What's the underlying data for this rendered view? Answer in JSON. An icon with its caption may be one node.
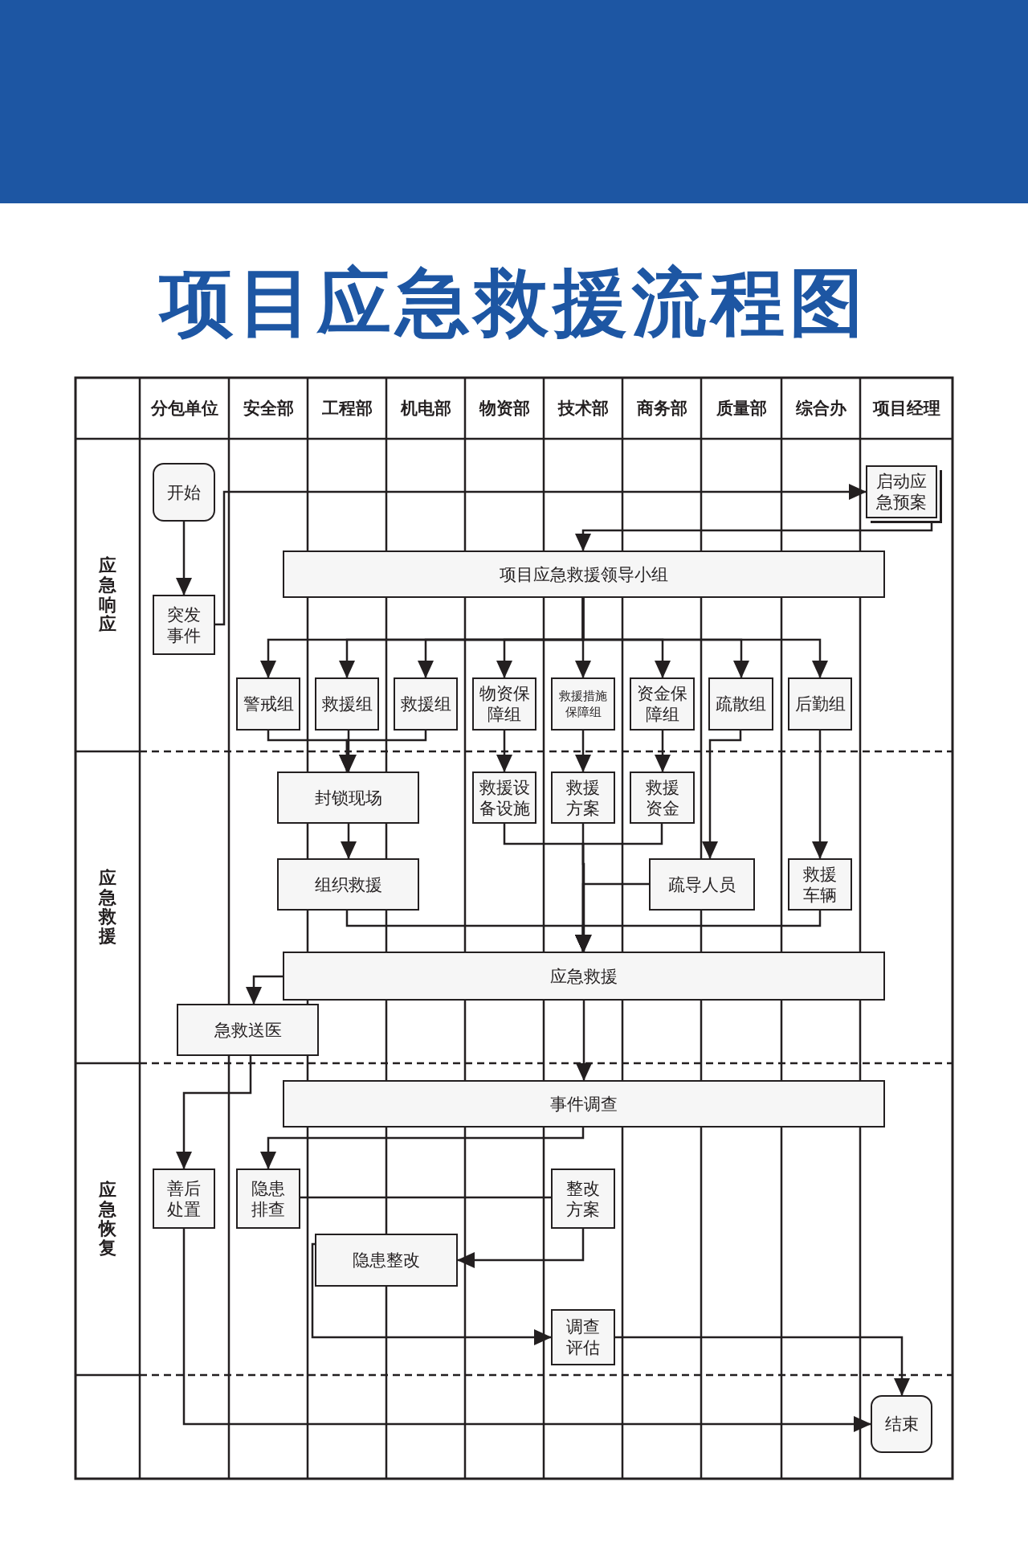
{
  "diagram": {
    "title": "项目应急救援流程图",
    "nodes": [
      {
        "text": [
          "开始"
        ]
      },
      {
        "text": [
          "突发事件"
        ]
      },
      {
        "text": [
          "启动应急预案"
        ]
      },
      {
        "text": [
          "项目应急救援领导小组"
        ]
      },
      {
        "text": [
          "警戒组"
        ]
      },
      {
        "text": [
          "救援组"
        ]
      },
      {
        "text": [
          "救援组"
        ]
      },
      {
        "text": [
          "物资保障组"
        ]
      },
      {
        "text": [
          "救援措施保障组"
        ]
      },
      {
        "text": [
          "资金保障组"
        ]
      },
      {
        "text": [
          "疏散组"
        ]
      },
      {
        "text": [
          "后勤组"
        ]
      },
      {
        "text": [
          "封锁现场"
        ]
      },
      {
        "text": [
          "救援设备设施"
        ]
      },
      {
        "text": [
          "救援方案"
        ]
      },
      {
        "text": [
          "救援资金"
        ]
      },
      {
        "text": [
          "组织救援"
        ]
      },
      {
        "text": [
          "疏导人员"
        ]
      },
      {
        "text": [
          "救援车辆"
        ]
      },
      {
        "text": [
          "应急救援"
        ]
      },
      {
        "text": [
          "急救送医"
        ]
      },
      {
        "text": [
          "事件调查"
        ]
      },
      {
        "text": [
          "善后处置"
        ]
      },
      {
        "text": [
          "隐患排查"
        ]
      },
      {
        "text": [
          "整改方案"
        ]
      },
      {
        "text": [
          "隐患整改"
        ]
      },
      {
        "text": [
          "调查评估"
        ]
      },
      {
        "text": [
          "结束"
        ]
      }
    ],
    "edges": [
      {
        "from": 0,
        "to": 1,
        "arrow": "to"
      },
      {
        "from": 1,
        "to": 2,
        "arrow": "to"
      },
      {
        "from": 2,
        "to": 3,
        "arrow": "to"
      },
      {
        "from": 3,
        "to": 4,
        "arrow": "to"
      },
      {
        "from": 3,
        "to": 5,
        "arrow": "to"
      },
      {
        "from": 3,
        "to": 6,
        "arrow": "to"
      },
      {
        "from": 3,
        "to": 7,
        "arrow": "to"
      },
      {
        "from": 3,
        "to": 8,
        "arrow": "to"
      },
      {
        "from": 3,
        "to": 9,
        "arrow": "to"
      },
      {
        "from": 3,
        "to": 10,
        "arrow": "to"
      },
      {
        "from": 3,
        "to": 11,
        "arrow": "to"
      },
      {
        "from": 4,
        "to": 12,
        "arrow": "to"
      },
      {
        "from": 5,
        "to": 12,
        "arrow": "to"
      },
      {
        "from": 6,
        "to": 12,
        "arrow": "to"
      },
      {
        "from": 7,
        "to": 13,
        "arrow": "to"
      },
      {
        "from": 8,
        "to": 14,
        "arrow": "to"
      },
      {
        "from": 9,
        "to": 15,
        "arrow": "to"
      },
      {
        "from": 10,
        "to": 17,
        "arrow": "to"
      },
      {
        "from": 11,
        "to": 18,
        "arrow": "to"
      },
      {
        "from": 12,
        "to": 16,
        "arrow": "to"
      },
      {
        "from": 13,
        "to": 19,
        "arrow": "to"
      },
      {
        "from": 14,
        "to": 19,
        "arrow": "to"
      },
      {
        "from": 15,
        "to": 19,
        "arrow": "to"
      },
      {
        "from": 17,
        "to": 19,
        "arrow": "to"
      },
      {
        "from": 16,
        "to": 19,
        "arrow": "to"
      },
      {
        "from": 18,
        "to": 19,
        "arrow": "to"
      },
      {
        "from": 19,
        "to": 20,
        "arrow": "to"
      },
      {
        "from": 19,
        "to": 21,
        "arrow": "to"
      },
      {
        "from": 20,
        "to": 22,
        "arrow": "to"
      },
      {
        "from": 21,
        "to": 23,
        "arrow": "to"
      },
      {
        "from": 23,
        "to": 24,
        "arrow": "none"
      },
      {
        "from": 24,
        "to": 25,
        "arrow": "to"
      },
      {
        "from": 25,
        "to": 26,
        "arrow": "to"
      },
      {
        "from": 26,
        "to": 27,
        "arrow": "to"
      },
      {
        "from": 22,
        "to": 27,
        "arrow": "to"
      }
    ],
    "labels": [
      "分包单位",
      "安全部",
      "工程部",
      "机电部",
      "物资部",
      "技术部",
      "商务部",
      "质量部",
      "综合办",
      "项目经理",
      "应急响应",
      "应急救援",
      "应急恢复"
    ]
  }
}
